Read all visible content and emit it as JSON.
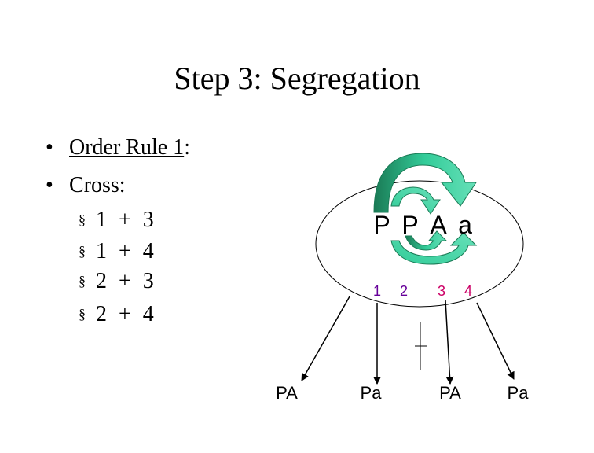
{
  "title": "Step 3: Segregation",
  "bullets": [
    {
      "marker": "•",
      "text": "Order Rule 1",
      "suffix": ":"
    },
    {
      "marker": "•",
      "text": "Cross:"
    }
  ],
  "sub_bullets": [
    {
      "marker": "§",
      "text": "1 + 3"
    },
    {
      "marker": "§",
      "text": "1 + 4"
    },
    {
      "marker": "§",
      "text": "2 + 3"
    },
    {
      "marker": "§",
      "text": "2 + 4"
    }
  ],
  "cell": {
    "alleles": [
      "P",
      "P",
      "A",
      "a"
    ],
    "positions": [
      "1",
      "2",
      "3",
      "4"
    ],
    "gametes": [
      "PA",
      "Pa",
      "PA",
      "Pa"
    ]
  },
  "colors": {
    "arrow_fill": "#33cc99",
    "arrow_dark": "#1a7a55",
    "position_1_2": "#660099",
    "position_3_4": "#cc0066"
  },
  "icons": [
    "curved-arrow-icon"
  ]
}
